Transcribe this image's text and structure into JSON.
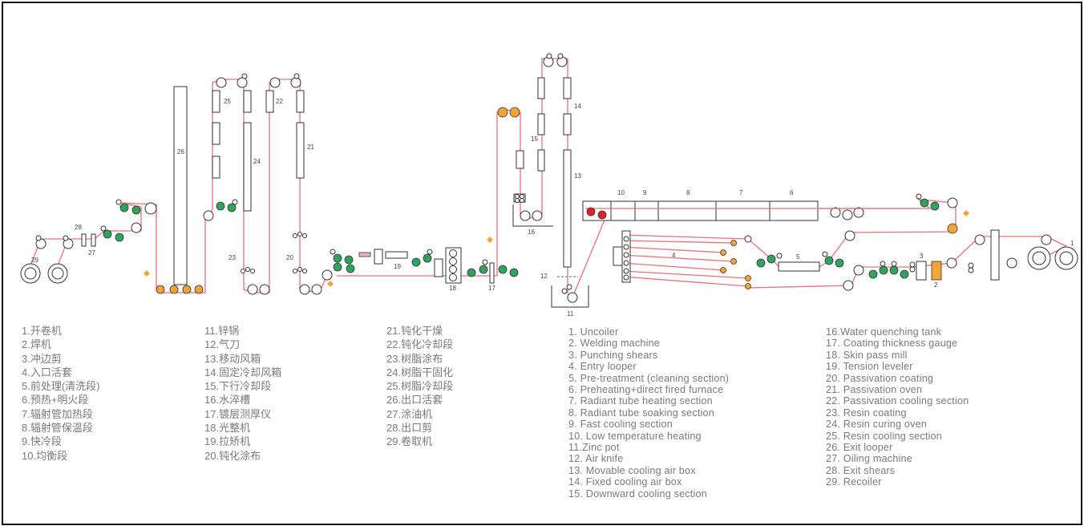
{
  "colors": {
    "strip": "#e8707c",
    "roller_green": "#2fa45f",
    "roller_orange": "#f2a33a",
    "roller_red": "#e0202a",
    "air_knife": "#8fb8d8",
    "legend_text": "#7a7a7a"
  },
  "diagram": {
    "labels": [
      "1",
      "2",
      "3",
      "4",
      "5",
      "6",
      "7",
      "8",
      "9",
      "10",
      "11",
      "12",
      "13",
      "14",
      "15",
      "16",
      "17",
      "18",
      "19",
      "20",
      "21",
      "22",
      "23",
      "24",
      "25",
      "26",
      "27",
      "28",
      "29"
    ]
  },
  "legend_cn": [
    [
      "1.开卷机",
      "2.焊机",
      "3.冲边剪",
      "4.入口活套",
      "5.前处理(清洗段)",
      "6.预热+明火段",
      "7.辐射管加热段",
      "8.辐射管保温段",
      "9.快冷段",
      "10.均衡段"
    ],
    [
      "11.锌锅",
      "12.气刀",
      "13.移动风箱",
      "14.固定冷却风箱",
      "15.下行冷却段",
      "16.水淬槽",
      "17.镀层测厚仪",
      "18.光整机",
      "19.拉矫机",
      "20.钝化涂布"
    ],
    [
      "21.钝化干燥",
      "22.钝化冷却段",
      "23.树脂涂布",
      "24.树脂干固化",
      "25.树脂冷却段",
      "26.出口活套",
      "27.涂油机",
      "28.出口剪",
      "29.卷取机"
    ]
  ],
  "legend_en": [
    [
      "1. Uncoiler",
      "2. Welding machine",
      "3. Punching shears",
      "4. Entry looper",
      "5. Pre-treatment (cleaning section)",
      "6. Preheating+direct fired furnace",
      "7. Radiant tube heating section",
      "8. Radiant tube soaking section",
      "9. Fast cooling section",
      "10. Low temperature heating",
      "11.Zinc pot",
      "12. Air knife",
      "13. Movable cooling air box",
      "14. Fixed cooling air box",
      "15. Downward cooling section"
    ],
    [
      "16.Water quenching tank",
      "17. Coating thickness gauge",
      "18. Skin pass mill",
      "19. Tension leveler",
      "20. Passivation coating",
      "21. Passivation oven",
      "22. Passivation cooling section",
      "23. Resin coating",
      "24. Resin curing oven",
      "25. Resin cooling section",
      "26. Exit looper",
      "27. Oiling machine",
      "28. Exit shears",
      "29. Recoiler"
    ]
  ]
}
